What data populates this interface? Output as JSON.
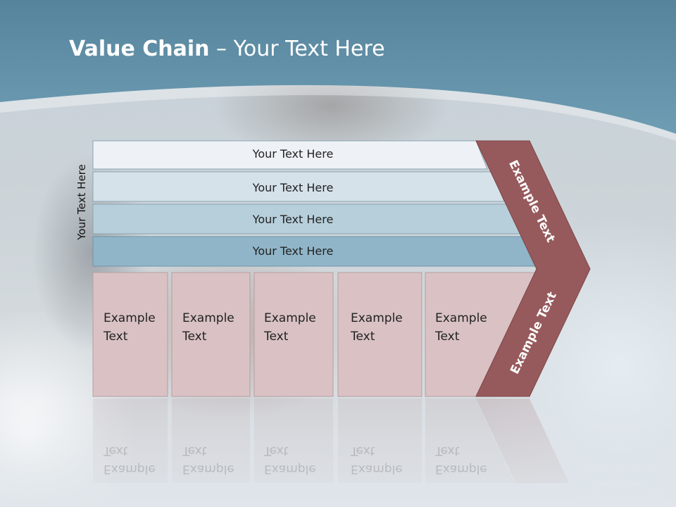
{
  "slide": {
    "title_bold": "Value Chain",
    "title_rest": " – Your Text Here",
    "side_label": "Your Text Here"
  },
  "bars": [
    {
      "label": "Your Text Here"
    },
    {
      "label": "Your Text Here"
    },
    {
      "label": "Your Text Here"
    },
    {
      "label": "Your Text Here"
    }
  ],
  "boxes": [
    {
      "line1": "Example",
      "line2": "Text"
    },
    {
      "line1": "Example",
      "line2": "Text"
    },
    {
      "line1": "Example",
      "line2": "Text"
    },
    {
      "line1": "Example",
      "line2": "Text"
    },
    {
      "line1": "Example",
      "line2": "Text"
    }
  ],
  "chevron": {
    "upper_label": "Example Text",
    "lower_label": "Example Text"
  },
  "colors": {
    "header": "#5f8ea5",
    "bar1": "#eef2f6",
    "bar2": "#d5e2ea",
    "bar3": "#b6cfdb",
    "bar4": "#90b5c8",
    "box": "#d9c1c4",
    "chevron": "#975a5c"
  }
}
